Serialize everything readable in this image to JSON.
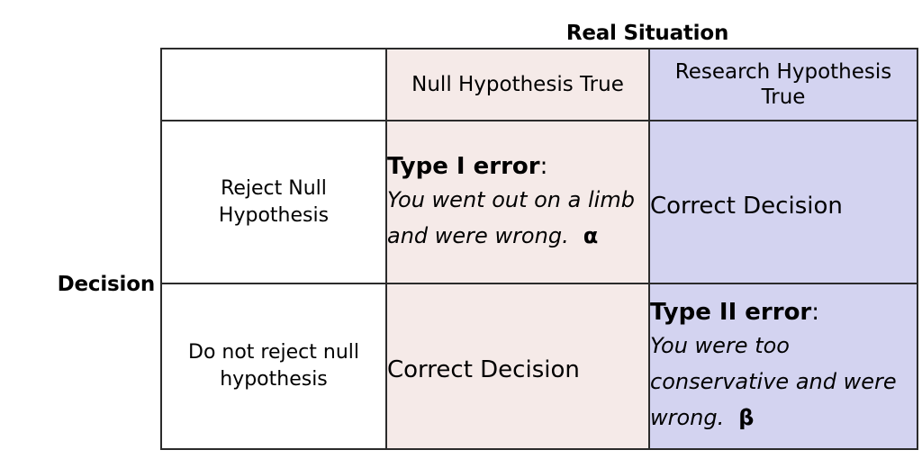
{
  "headers": {
    "columns_group": "Real Situation",
    "rows_group": "Decision",
    "corner_cell": "",
    "col_null": "Null Hypothesis True",
    "col_research": "Research Hypothesis True"
  },
  "row_labels": {
    "reject": "Reject Null Hypothesis",
    "do_not_reject": "Do not reject null hypothesis"
  },
  "cells": {
    "reject_null_true": {
      "title": "Type I error",
      "colon": ":",
      "description": "You went out on a limb and were wrong.",
      "symbol": "α"
    },
    "reject_research_true": {
      "text": "Correct Decision"
    },
    "not_reject_null_true": {
      "text": "Correct Decision"
    },
    "not_reject_research_true": {
      "title": "Type II error",
      "colon": ":",
      "description": "You were too conservative and were wrong.",
      "symbol": "β"
    }
  },
  "colors": {
    "null_hypothesis_fill": "#f5eae8",
    "research_hypothesis_fill": "#d3d3f0",
    "border": "#2b2b2b",
    "text": "#000000",
    "background": "#ffffff"
  }
}
